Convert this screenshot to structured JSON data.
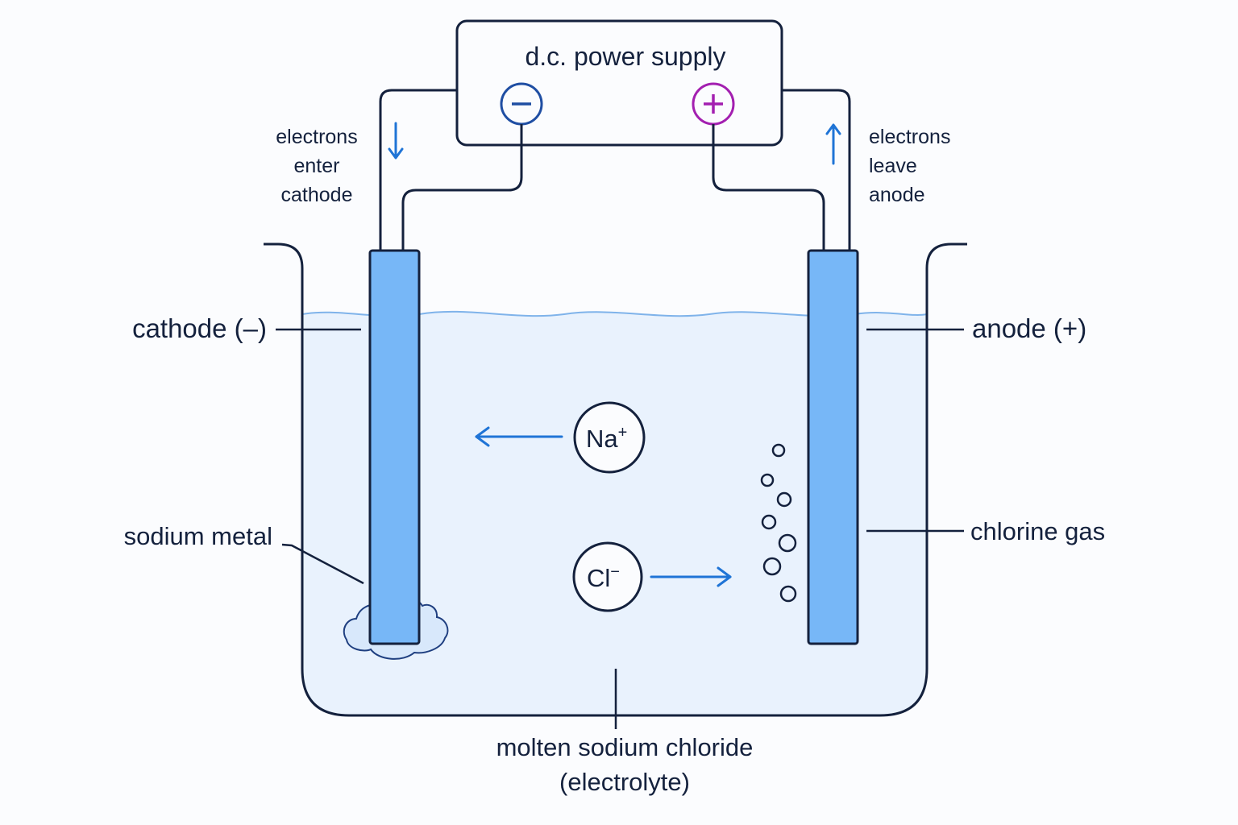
{
  "power_supply": {
    "label": "d.c. power supply",
    "negative_symbol": "−",
    "positive_symbol": "+"
  },
  "labels": {
    "electrons_enter": [
      "electrons",
      "enter",
      "cathode"
    ],
    "electrons_leave": [
      "electrons",
      "leave",
      "anode"
    ],
    "cathode": "cathode (–)",
    "anode": "anode (+)",
    "sodium_metal": "sodium metal",
    "chlorine_gas": "chlorine gas",
    "electrolyte_line1": "molten sodium chloride",
    "electrolyte_line2": "(electrolyte)"
  },
  "ions": {
    "sodium": {
      "symbol": "Na",
      "charge": "+"
    },
    "chloride": {
      "symbol": "Cl",
      "charge": "−"
    }
  },
  "colors": {
    "outline": "#14213d",
    "electrode": "#77b7f7",
    "electrolyte": "#e9f2fd",
    "arrow": "#1f74d6",
    "negative_terminal": "#1f4ea3",
    "positive_terminal": "#a31fb0",
    "surface": "#7fb3ea"
  }
}
